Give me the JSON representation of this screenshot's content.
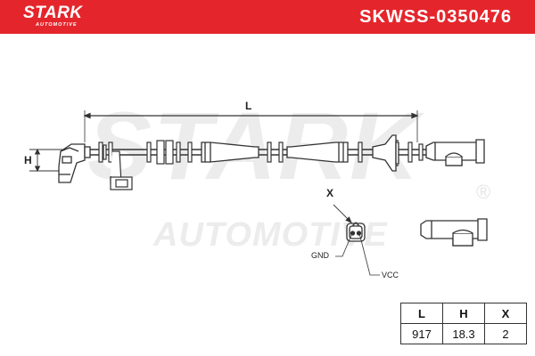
{
  "header": {
    "brand": "STARK",
    "brand_sub": "AUTOMOTIVE",
    "part_number": "SKWSS-0350476",
    "bg_color": "#e4262c"
  },
  "watermark": {
    "big": "STARK",
    "reg": "®",
    "small": "AUTOMOTIVE"
  },
  "labels": {
    "L": "L",
    "H": "H",
    "X": "X",
    "gnd": "GND",
    "vcc": "VCC"
  },
  "spec_table": {
    "headers": [
      "L",
      "H",
      "X"
    ],
    "values": [
      "917",
      "18.3",
      "2"
    ]
  }
}
